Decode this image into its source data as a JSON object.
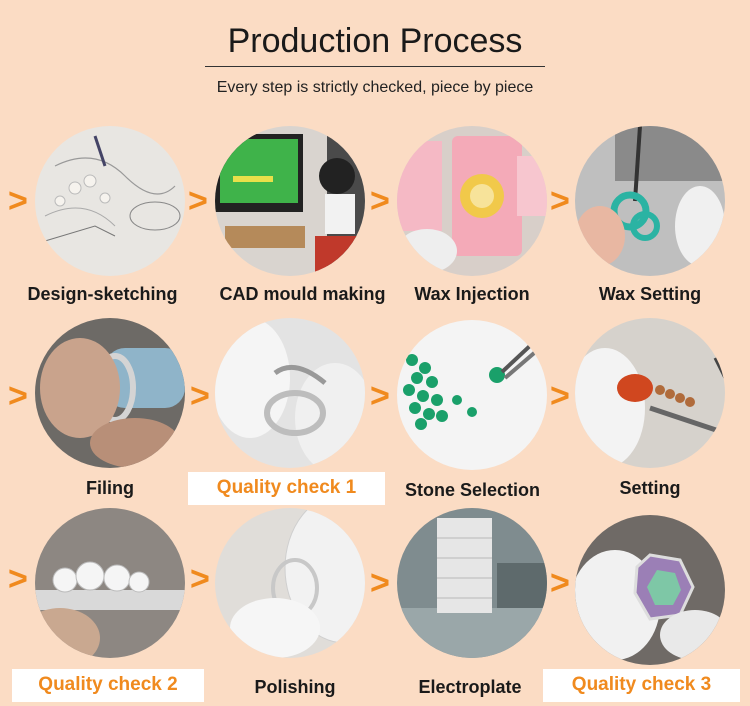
{
  "header": {
    "title": "Production Process",
    "subtitle": "Every step is strictly checked, piece by piece"
  },
  "arrow_glyph": ">",
  "colors": {
    "background": "#fbdcc4",
    "accent": "#f08a1e"
  },
  "steps": [
    {
      "label": "Design-sketching",
      "icon": "design-sketch-photo"
    },
    {
      "label": "CAD mould making",
      "icon": "cad-computer-photo"
    },
    {
      "label": "Wax Injection",
      "icon": "wax-injection-photo"
    },
    {
      "label": "Wax Setting",
      "icon": "wax-setting-photo"
    },
    {
      "label": "Filing",
      "icon": "filing-photo"
    },
    {
      "label": "Quality check 1",
      "icon": "quality-check-photo"
    },
    {
      "label": "Stone Selection",
      "icon": "stone-selection-photo"
    },
    {
      "label": "Setting",
      "icon": "stone-setting-photo"
    },
    {
      "label": "Quality check 2",
      "icon": "quality-check-photo"
    },
    {
      "label": "Polishing",
      "icon": "polishing-photo"
    },
    {
      "label": "Electroplate",
      "icon": "electroplate-photo"
    },
    {
      "label": "Quality check 3",
      "icon": "quality-check-photo"
    }
  ]
}
